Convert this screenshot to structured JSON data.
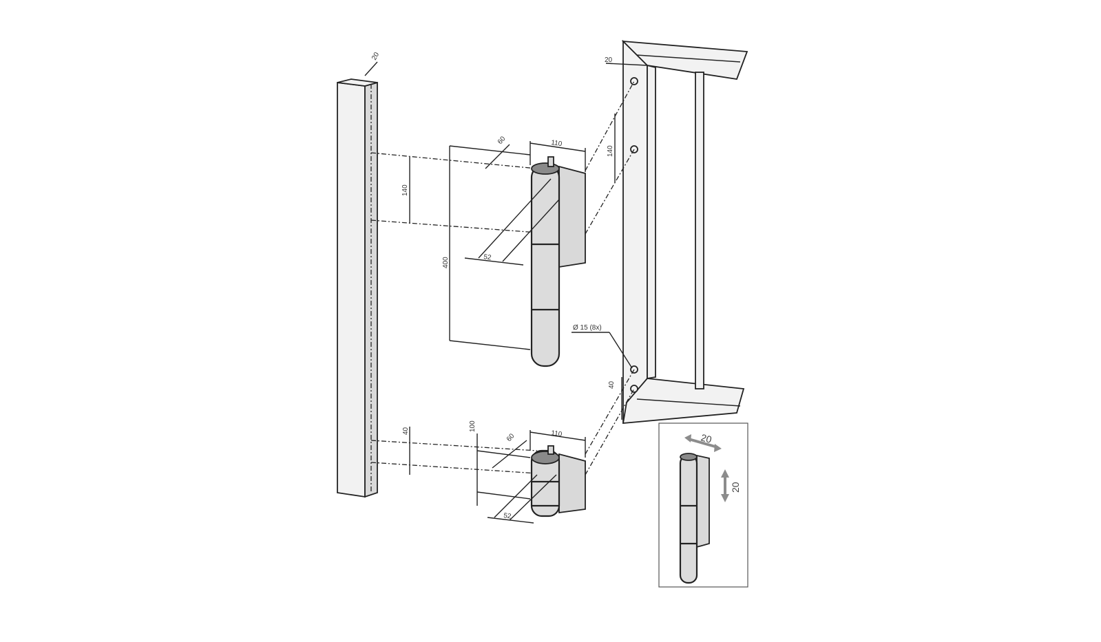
{
  "diagram": {
    "labels": {
      "post_depth": "20",
      "gate_offset": "20",
      "upper_hinge_offset": "60",
      "upper_hinge_width": "110",
      "post_hole_spacing_upper": "140",
      "gate_hole_spacing_upper": "140",
      "upper_barrel_offset": "52",
      "hinge_spacing": "400",
      "hole_diameter": "Ø 15 (8x)",
      "gate_hole_spacing_lower": "40",
      "post_hole_spacing_lower": "40",
      "lower_hinge_height": "100",
      "lower_hinge_offset": "60",
      "lower_hinge_width": "110",
      "lower_barrel_offset": "52"
    },
    "inset": {
      "horizontal_adjust": "20",
      "vertical_adjust": "20"
    },
    "colors": {
      "line": "#222222",
      "barrel": "#dcdcdc",
      "cap": "#8a8a8a",
      "arrow": "#8c8c8c"
    }
  }
}
